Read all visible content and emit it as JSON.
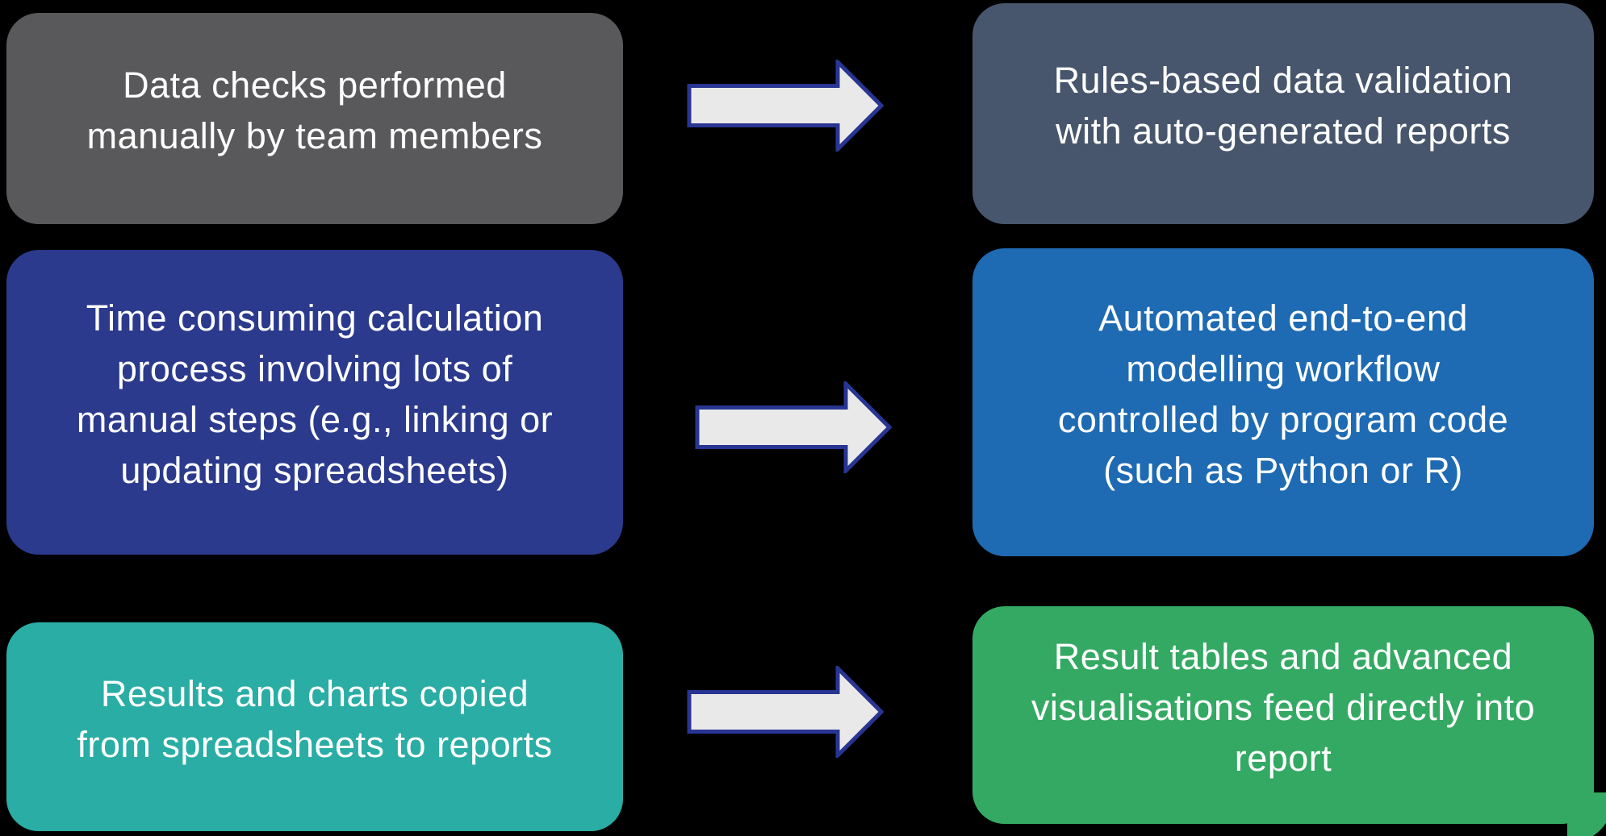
{
  "diagram": {
    "background": "#000000",
    "text_color": "#ffffff",
    "arrow": {
      "fill": "#e9e9e9",
      "stroke": "#283593"
    },
    "rows": [
      {
        "before": {
          "label": "Data checks performed\nmanually by team members",
          "color": "#59595b"
        },
        "after": {
          "label": "Rules-based data validation\nwith auto-generated reports",
          "color": "#47566c"
        }
      },
      {
        "before": {
          "label": "Time consuming calculation\nprocess involving lots of\nmanual steps (e.g., linking or\nupdating spreadsheets)",
          "color": "#2b3a8c"
        },
        "after": {
          "label": "Automated end-to-end\nmodelling workflow\ncontrolled by program code\n(such as Python or R)",
          "color": "#1e6ab3"
        }
      },
      {
        "before": {
          "label": "Results and charts copied\nfrom spreadsheets to reports",
          "color": "#2aada4"
        },
        "after": {
          "label": "Result tables and advanced\nvisualisations feed directly into\nreport",
          "color": "#34a963"
        }
      }
    ],
    "corner_accent_color": "#34a963"
  }
}
